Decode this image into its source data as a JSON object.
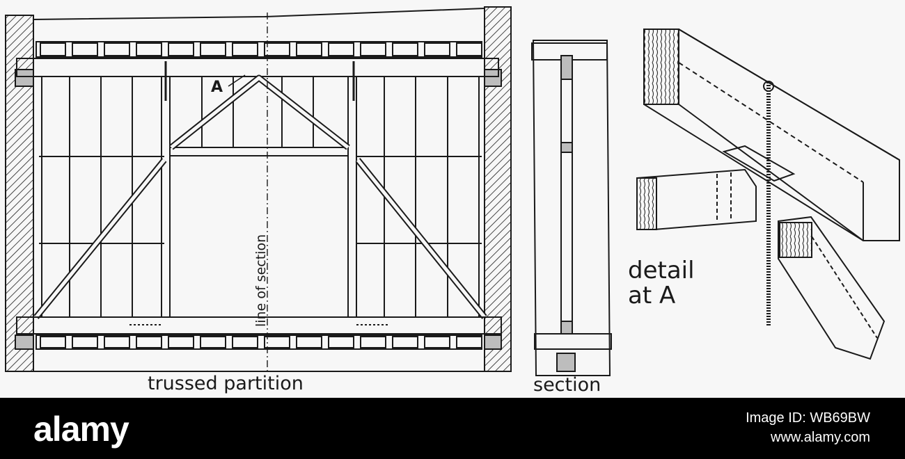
{
  "labels": {
    "point_a": "A",
    "section_line": "line of section",
    "trussed_partition": "trussed partition",
    "section": "section",
    "detail_line1": "detail",
    "detail_line2": "at A"
  },
  "footer": {
    "brand": "alamy",
    "image_code": "Image ID: WB69BW",
    "site": "www.alamy.com"
  },
  "colors": {
    "ink": "#1a1a1a",
    "paper": "#f7f7f7",
    "footer_bg": "#000000"
  }
}
